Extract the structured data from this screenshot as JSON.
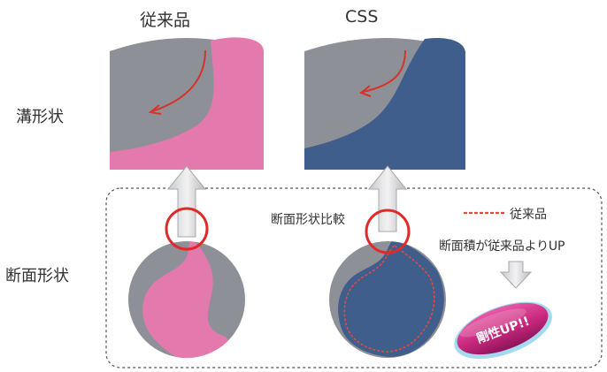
{
  "column_labels": {
    "conventional": "従来品",
    "css": "CSS"
  },
  "row_labels": {
    "groove_shape": "溝形状",
    "cross_section_shape": "断面形状"
  },
  "comparison_label": "断面形状比較",
  "legend": {
    "dashed_line_label": "従来品"
  },
  "area_note": "断面積が従来品よりUP",
  "badge": "剛性UP!!",
  "colors": {
    "conventional_fill": "#e479ad",
    "css_fill": "#3f5e8c",
    "body_gray": "#8e9097",
    "highlight_circle": "#e02a2a",
    "dashed_outline": "#e24b3b",
    "badge_magenta": "#c8287d",
    "badge_halo": "#9ad5ee"
  },
  "icons": [
    "curved-arrow-icon",
    "up-arrow-icon",
    "down-arrow-icon",
    "highlight-circle-icon"
  ]
}
